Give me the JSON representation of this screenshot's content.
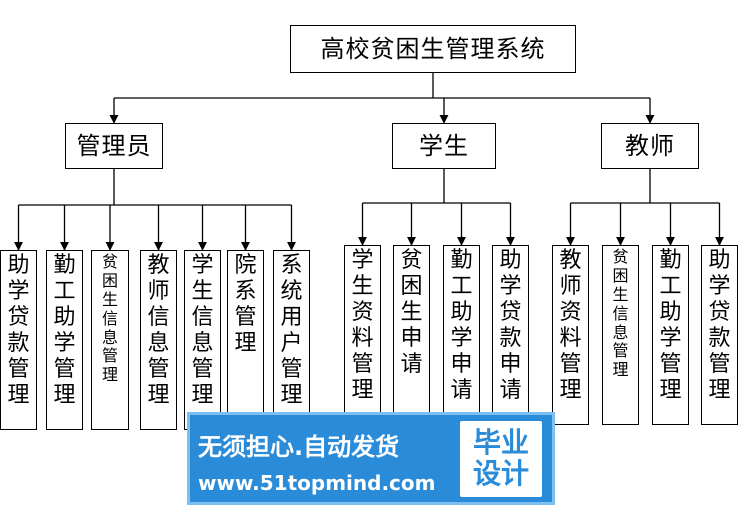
{
  "diagram": {
    "root": {
      "id": "root",
      "label": "高校贫困生管理系统"
    },
    "groups": [
      {
        "id": "admin",
        "label": "管理员",
        "children": [
          {
            "id": "a1",
            "label": "助学贷款管理"
          },
          {
            "id": "a2",
            "label": "勤工助学管理"
          },
          {
            "id": "a3",
            "label": "贫困生信息管理"
          },
          {
            "id": "a4",
            "label": "教师信息管理"
          },
          {
            "id": "a5",
            "label": "学生信息管理"
          },
          {
            "id": "a6",
            "label": "院系管理"
          },
          {
            "id": "a7",
            "label": "系统用户管理"
          }
        ]
      },
      {
        "id": "student",
        "label": "学生",
        "children": [
          {
            "id": "s1",
            "label": "学生资料管理"
          },
          {
            "id": "s2",
            "label": "贫困生申请"
          },
          {
            "id": "s3",
            "label": "勤工助学申请"
          },
          {
            "id": "s4",
            "label": "助学贷款申请"
          }
        ]
      },
      {
        "id": "teacher",
        "label": "教师",
        "children": [
          {
            "id": "t1",
            "label": "教师资料管理"
          },
          {
            "id": "t2",
            "label": "贫困生信息管理"
          },
          {
            "id": "t3",
            "label": "勤工助学管理"
          },
          {
            "id": "t4",
            "label": "助学贷款管理"
          }
        ]
      }
    ]
  },
  "watermark": {
    "slogan": "无须担心.自动发货",
    "url": "www.51topmind.com",
    "badge_line1": "毕业",
    "badge_line2": "设计"
  }
}
